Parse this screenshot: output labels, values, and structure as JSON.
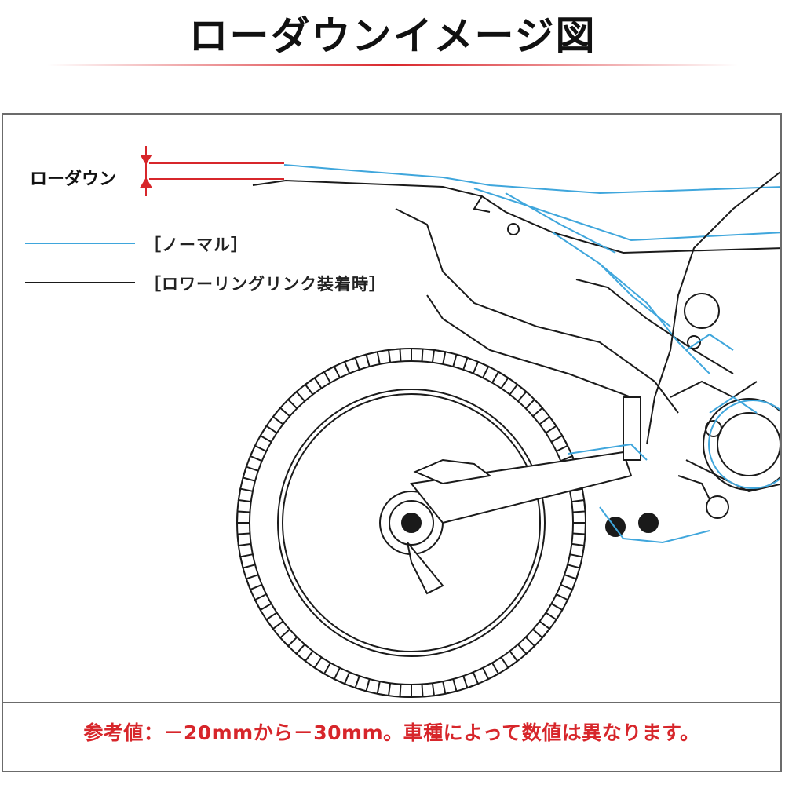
{
  "title": "ローダウンイメージ図",
  "labels": {
    "lowdown": "ローダウン",
    "legend_normal": "［ノーマル］",
    "legend_lowering": "［ロワーリングリンク装着時］"
  },
  "note": "参考値：－20mmから－30mm。車種によって数値は異なります。",
  "colors": {
    "normal_line": "#3fa6dc",
    "lowering_line": "#1a1a1a",
    "accent_red": "#d7262b",
    "frame": "#6b6b6b"
  }
}
